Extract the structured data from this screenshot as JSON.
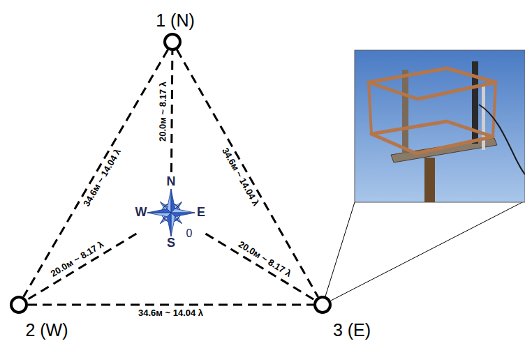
{
  "diagram": {
    "nodes": [
      {
        "text": [
          "1 (N)"
        ]
      },
      {
        "text": [
          "2 (W)"
        ]
      },
      {
        "text": [
          "3 (E)"
        ]
      },
      {
        "text": [
          "N",
          "W",
          "E",
          "S",
          "0"
        ]
      }
    ],
    "edges": [
      {
        "from": 0,
        "to": 1,
        "arrow": "none",
        "label": "34.6м ~ 14.04 λ"
      },
      {
        "from": 0,
        "to": 2,
        "arrow": "none",
        "label": "34.6м ~ 14.04 λ"
      },
      {
        "from": 1,
        "to": 2,
        "arrow": "none",
        "label": "34.6м ~ 14.04 λ"
      },
      {
        "from": 3,
        "to": 0,
        "arrow": "none",
        "label": "20.0м ~ 8.17 λ"
      },
      {
        "from": 3,
        "to": 1,
        "arrow": "none",
        "label": "20.0м ~ 8.17 λ"
      },
      {
        "from": 3,
        "to": 2,
        "arrow": "none",
        "label": "20.0м ~ 8.17 λ"
      }
    ]
  }
}
